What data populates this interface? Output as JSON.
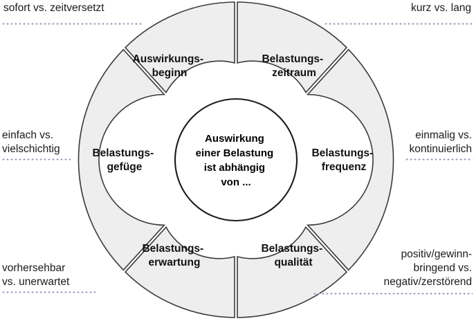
{
  "diagram": {
    "title": "Auswirkung einer Belastung ist abhängig von ...",
    "center": {
      "lines": [
        "Auswirkung",
        "einer Belastung",
        "ist abhängig",
        "von ..."
      ]
    },
    "segments": [
      {
        "id": "auswirkungsbeginn",
        "lines": [
          "Auswirkungs-",
          "beginn"
        ],
        "label": "Auswirkungsbeginn",
        "position": "top-left"
      },
      {
        "id": "belastungszeitraum",
        "lines": [
          "Belastungs-",
          "zeitraum"
        ],
        "label": "Belastungszeitraum",
        "position": "top-right"
      },
      {
        "id": "belastungsfrequenz",
        "lines": [
          "Belastungs-",
          "frequenz"
        ],
        "label": "Belastungsfrequenz",
        "position": "right"
      },
      {
        "id": "belastungsqualitaet",
        "lines": [
          "Belastungs-",
          "qualität"
        ],
        "label": "Belastungsqualität",
        "position": "bottom-right"
      },
      {
        "id": "belastungserwartung",
        "lines": [
          "Belastungs-",
          "erwartung"
        ],
        "label": "Belastungserwartung",
        "position": "bottom-left"
      },
      {
        "id": "belastungsgefuege",
        "lines": [
          "Belastungs-",
          "gefüge"
        ],
        "label": "Belastungsgefüge",
        "position": "left"
      }
    ],
    "annotations": [
      {
        "id": "annotation-auswirkungsbeginn",
        "for": "auswirkungsbeginn",
        "text": "sofort vs. zeitversetzt",
        "align": "left",
        "position": "top-left"
      },
      {
        "id": "annotation-belastungszeitraum",
        "for": "belastungszeitraum",
        "text": "kurz vs. lang",
        "align": "right",
        "position": "top-right"
      },
      {
        "id": "annotation-belastungsgefuege",
        "for": "belastungsgefuege",
        "text": "einfach vs.\nvielschichtig",
        "align": "left",
        "position": "left"
      },
      {
        "id": "annotation-belastungsfrequenz",
        "for": "belastungsfrequenz",
        "text": "einmalig vs.\nkontinuierlich",
        "align": "right",
        "position": "right"
      },
      {
        "id": "annotation-belastungserwartung",
        "for": "belastungserwartung",
        "text": "vorhersehbar\nvs. unerwartet",
        "align": "left",
        "position": "bottom-left"
      },
      {
        "id": "annotation-belastungsqualitaet",
        "for": "belastungsqualitaet",
        "text": "positiv/gewinn-\nbringend vs.\nnegativ/zerstörend",
        "align": "right",
        "position": "bottom-right"
      }
    ],
    "colors": {
      "segment_fill": "#eeeeee",
      "segment_stroke": "#3a3a3a",
      "hub_fill": "#ffffff",
      "hub_stroke": "#1a1a1a",
      "text": "#111111",
      "dotted_rule": "#8c9bb5",
      "background": "#ffffff"
    }
  }
}
